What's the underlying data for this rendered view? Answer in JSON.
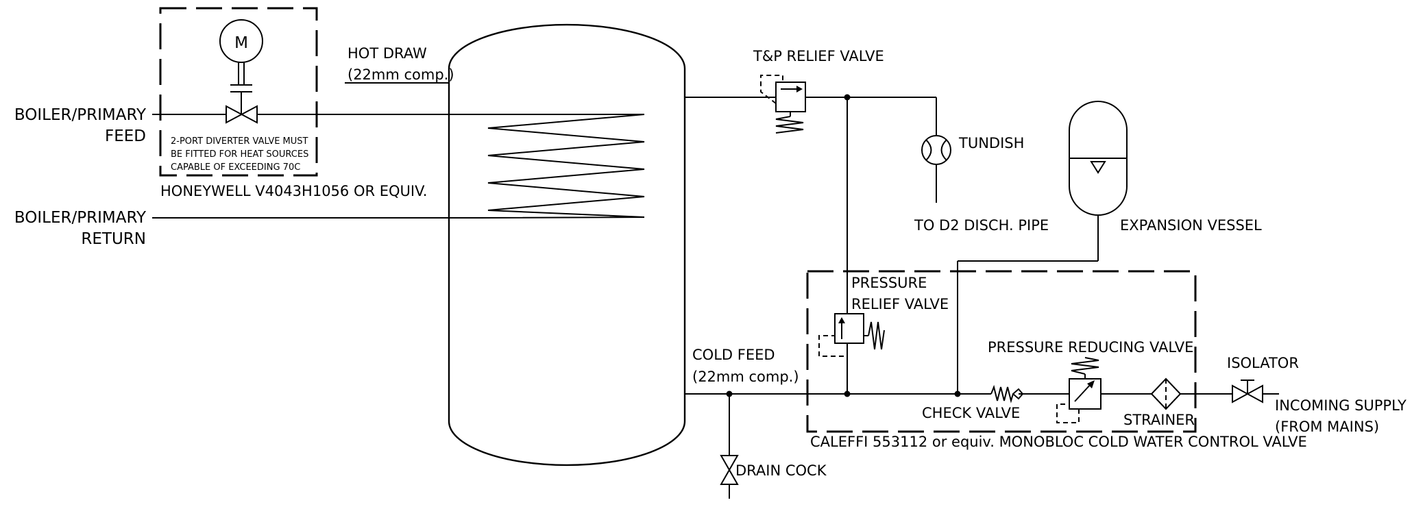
{
  "labels": {
    "boiler_feed_1": "BOILER/PRIMARY",
    "boiler_feed_2": "FEED",
    "boiler_return_1": "BOILER/PRIMARY",
    "boiler_return_2": "RETURN",
    "diverter_note_1": "2-PORT DIVERTER VALVE MUST",
    "diverter_note_2": "BE FITTED FOR HEAT SOURCES",
    "diverter_note_3": "CAPABLE OF EXCEEDING 70C",
    "honeywell": "HONEYWELL V4043H1056 OR EQUIV.",
    "motor_symbol": "M",
    "hot_draw_1": "HOT DRAW",
    "hot_draw_2": "(22mm comp.)",
    "tp_relief": "T&P RELIEF VALVE",
    "tundish": "TUNDISH",
    "to_d2": "TO D2 DISCH. PIPE",
    "expansion_vessel": "EXPANSION VESSEL",
    "pressure_relief_1": "PRESSURE",
    "pressure_relief_2": "RELIEF VALVE",
    "pressure_reducing": "PRESSURE REDUCING VALVE",
    "cold_feed_1": "COLD FEED",
    "cold_feed_2": "(22mm comp.)",
    "check_valve": "CHECK VALVE",
    "strainer": "STRAINER",
    "isolator": "ISOLATOR",
    "incoming_1": "INCOMING SUPPLY",
    "incoming_2": "(FROM MAINS)",
    "caleffi": "CALEFFI 553112 or equiv. MONOBLOC COLD WATER CONTROL VALVE",
    "drain_cock": "DRAIN COCK"
  }
}
